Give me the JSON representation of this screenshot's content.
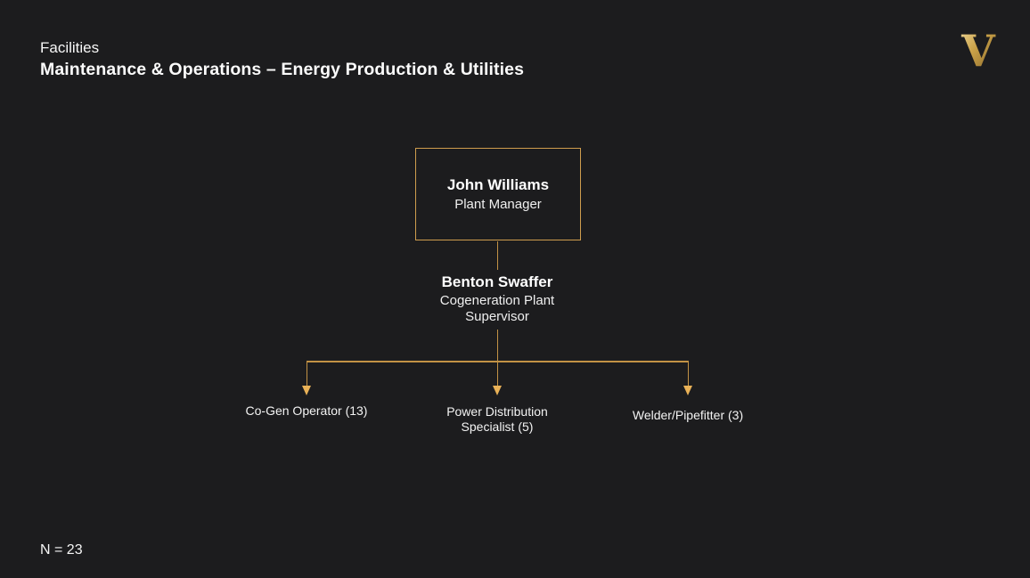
{
  "header": {
    "eyebrow": "Facilities",
    "title": "Maintenance & Operations – Energy Production & Utilities"
  },
  "logo": {
    "letter": "V",
    "name": "vanderbilt-gold-v"
  },
  "org_chart": {
    "manager": {
      "name": "John Williams",
      "title": "Plant Manager"
    },
    "supervisor": {
      "name": "Benton Swaffer",
      "title": "Cogeneration Plant Supervisor"
    },
    "reports": [
      {
        "label": "Co-Gen Operator (13)"
      },
      {
        "label": "Power Distribution Specialist (5)"
      },
      {
        "label": "Welder/Pipefitter (3)"
      }
    ]
  },
  "footer": {
    "count_label": "N = 23"
  },
  "colors": {
    "background": "#1c1c1e",
    "connector_line": "#c29245",
    "arrowhead": "#e9b157",
    "box_border": "#cf9d4e",
    "text": "#f5f5f5",
    "logo_gold_light": "#f0d89a",
    "logo_gold_mid": "#c9a148",
    "logo_gold_dark": "#8a682b"
  }
}
